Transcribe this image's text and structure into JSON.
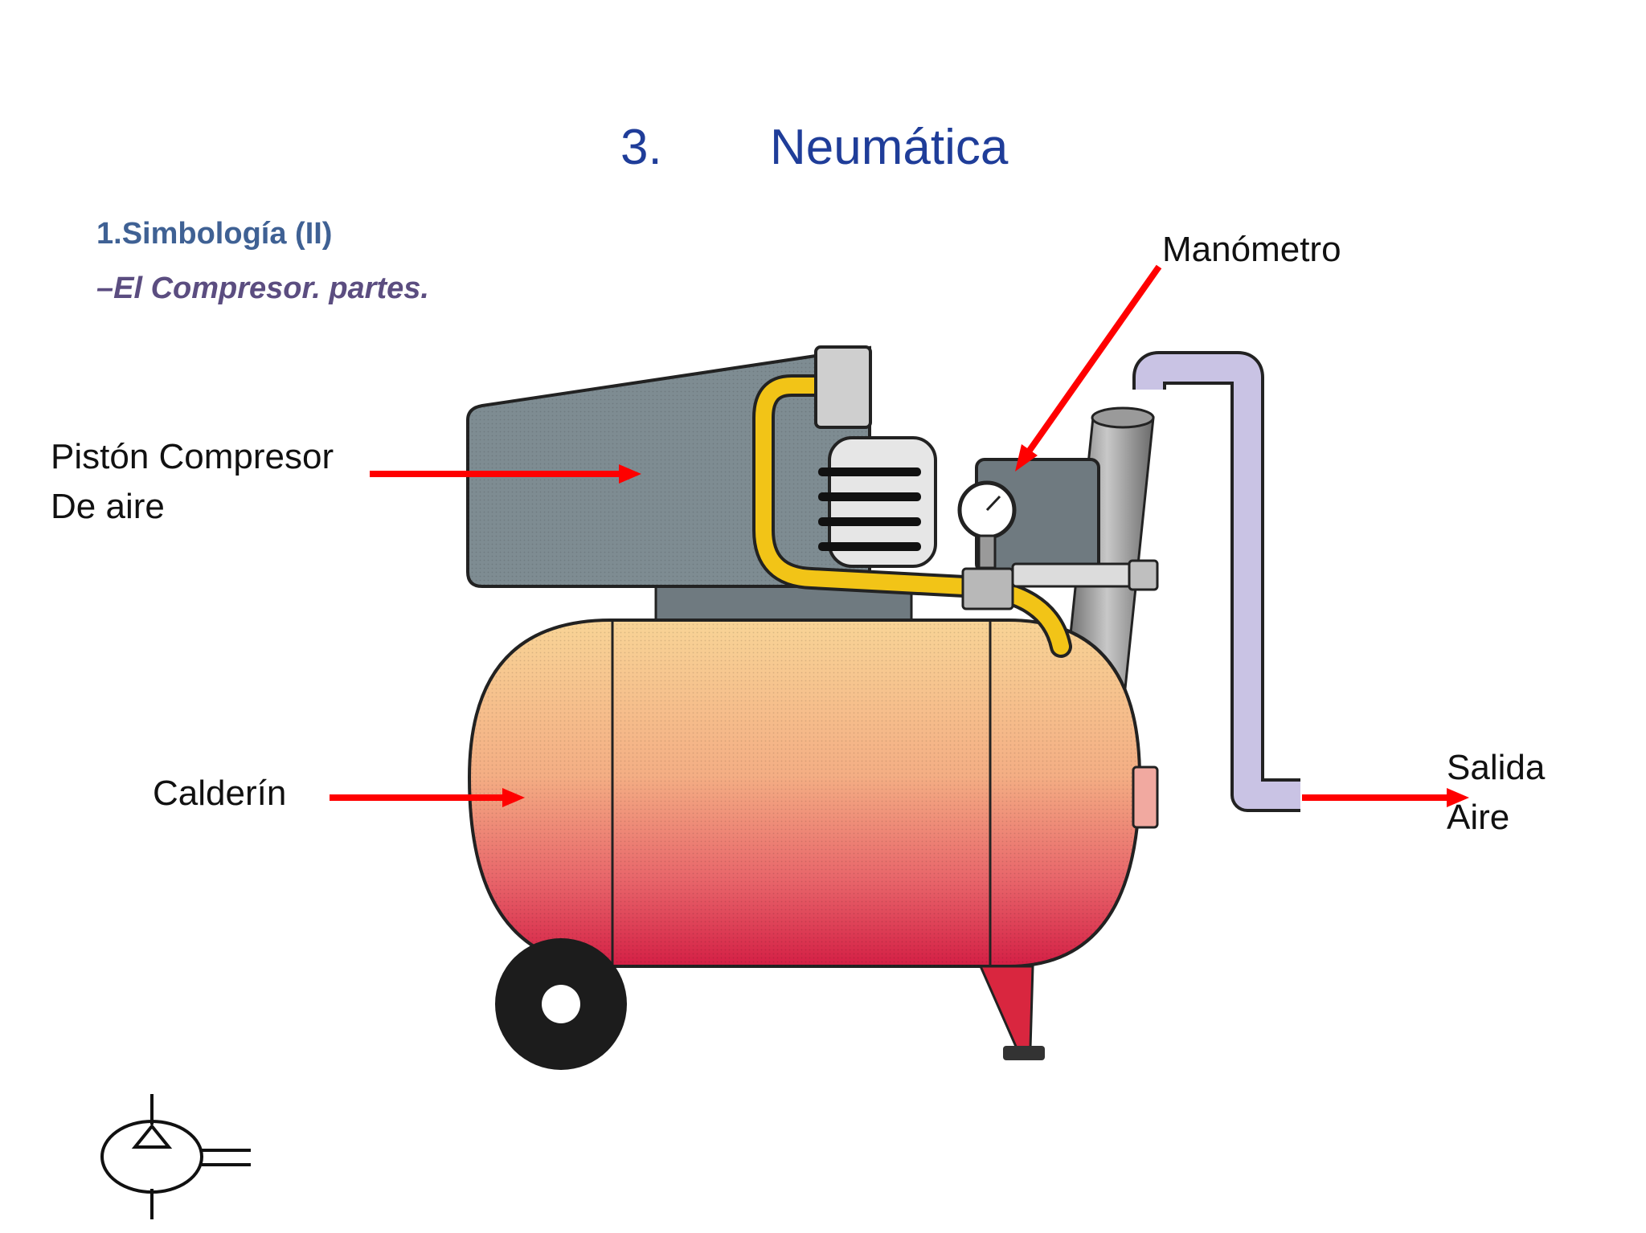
{
  "slide": {
    "title_number": "3.",
    "title_word": "Neumática",
    "subtitle": "1.Simbología (II)",
    "subsubtitle": "–El Compresor. partes."
  },
  "labels": {
    "piston_line1": "Pistón Compresor",
    "piston_line2": "De aire",
    "calderin": "Calderín",
    "manometro": "Manómetro",
    "salida_line1": "Salida",
    "salida_line2": "Aire"
  },
  "colors": {
    "title": "#1f3d99",
    "arrow": "#ff0000",
    "tank_top": "#f7cf8c",
    "tank_bottom": "#d9234a",
    "housing": "#7e8c92",
    "pipe_yellow": "#f2c417",
    "pipe_lavender": "#c7c1e2"
  },
  "icons": [
    "compressor-symbol-icon"
  ]
}
